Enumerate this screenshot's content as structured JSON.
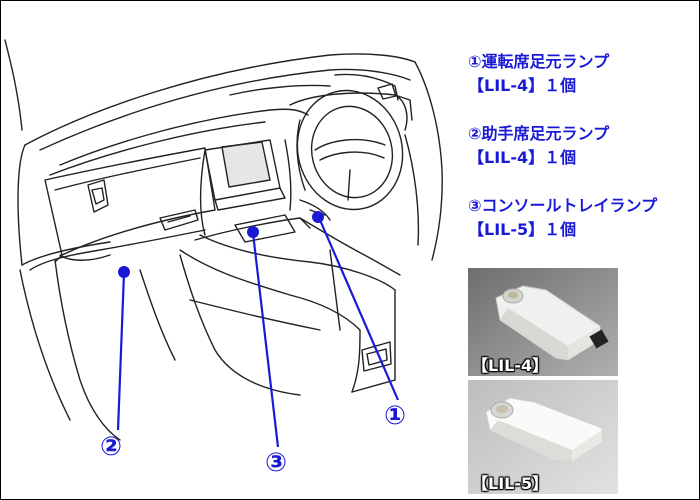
{
  "legend": {
    "driver_footwell": {
      "title": "①運転席足元ランプ",
      "detail": "【LIL-4】１個"
    },
    "passenger_footwell": {
      "title": "②助手席足元ランプ",
      "detail": "【LIL-4】１個"
    },
    "console_tray": {
      "title": "③コンソールトレイランプ",
      "detail": "【LIL-5】１個"
    }
  },
  "callouts": {
    "marker_1": "①",
    "marker_2": "②",
    "marker_3": "③"
  },
  "photos": {
    "lil4_caption": "【LIL-4】",
    "lil5_caption": "【LIL-5】"
  },
  "colors": {
    "accent_blue": "#1a1ad6",
    "line_art": "#222222",
    "photo_background": "#8e8e8e"
  }
}
